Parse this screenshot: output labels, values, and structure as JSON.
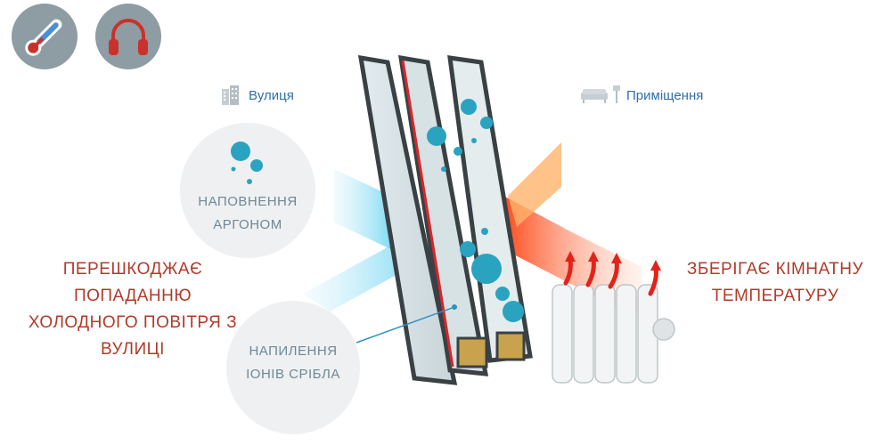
{
  "icons": {
    "thermometer": "thermometer-icon",
    "headphones": "headphones-icon"
  },
  "labels": {
    "street": "Вулиця",
    "room": "Приміщення"
  },
  "bubbles": {
    "argon": [
      "НАПОВНЕННЯ",
      "АРГОНОМ"
    ],
    "silver": [
      "НАПИЛЕННЯ",
      "ІОНІВ СРІБЛА"
    ]
  },
  "captions": {
    "left": [
      "ПЕРЕШКОДЖАЄ",
      "ПОПАДАННЮ",
      "ХОЛОДНОГО ПОВІТРЯ З",
      "ВУЛИЦІ"
    ],
    "right": [
      "ЗБЕРІГАЄ КІМНАТНУ",
      "ТЕМПЕРАТУРУ"
    ]
  },
  "colors": {
    "caption_red": "#b23a2a",
    "label_blue": "#2f6fa8",
    "bubble_text": "#6f8896",
    "icon_bg": "#8e9ca4",
    "argon_bubble": "#2aa3c0"
  }
}
